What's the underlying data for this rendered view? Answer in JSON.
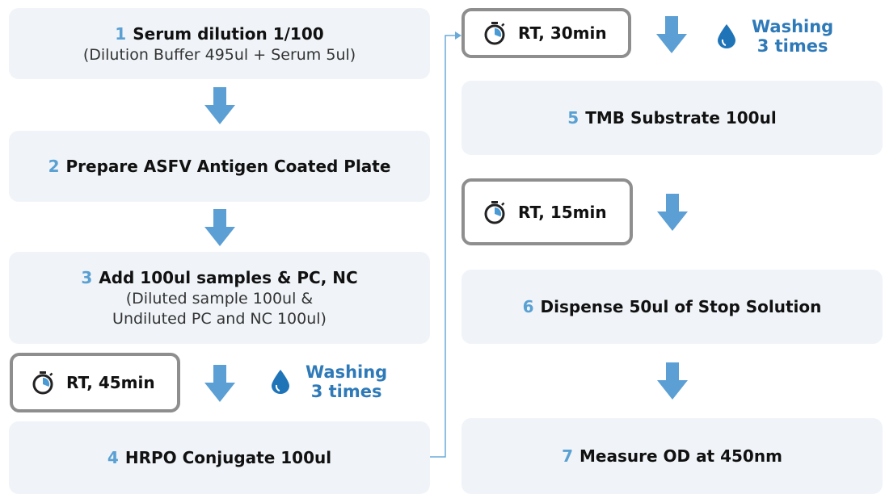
{
  "left": {
    "step1": {
      "num": "1",
      "title": "Serum dilution 1/100",
      "sub": [
        "(Dilution Buffer 495ul + Serum 5ul)"
      ]
    },
    "step2": {
      "num": "2",
      "title": "Prepare ASFV Antigen Coated Plate"
    },
    "step3": {
      "num": "3",
      "title": "Add 100ul samples & PC, NC",
      "sub": [
        "(Diluted sample 100ul &",
        "Undiluted PC and NC 100ul)"
      ]
    },
    "incubation": {
      "label": "RT, 45min"
    },
    "washing": {
      "line1": "Washing",
      "line2": "3 times"
    },
    "step4": {
      "num": "4",
      "title": "HRPO Conjugate 100ul"
    }
  },
  "right": {
    "incubation1": {
      "label": "RT, 30min"
    },
    "washing": {
      "line1": "Washing",
      "line2": "3 times"
    },
    "step5": {
      "num": "5",
      "title": "TMB Substrate 100ul"
    },
    "incubation2": {
      "label": "RT, 15min"
    },
    "step6": {
      "num": "6",
      "title": "Dispense 50ul of Stop Solution"
    },
    "step7": {
      "num": "7",
      "title": "Measure OD at 450nm"
    }
  },
  "colors": {
    "box_fill": "#f0f4f8",
    "step_number": "#5aa0d2",
    "arrow": "#5b9fd4",
    "washing_text": "#2e7ab8",
    "timer_border": "#8e8e8e"
  },
  "icons": {
    "timer": "stopwatch-icon",
    "drop": "water-drop-icon",
    "arrow": "arrow-down-icon"
  }
}
